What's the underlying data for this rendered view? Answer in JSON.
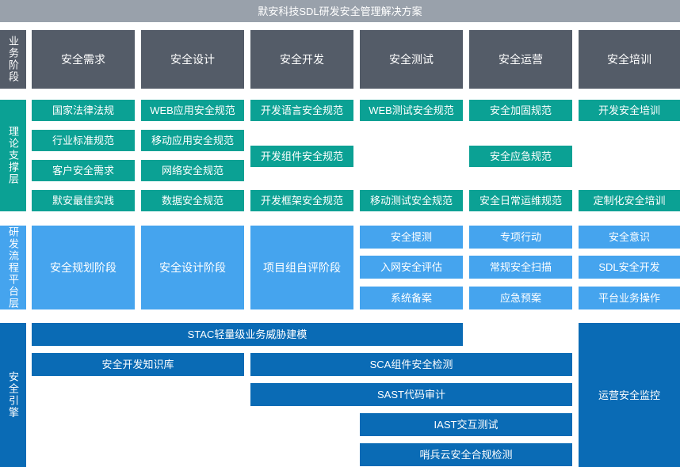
{
  "header": {
    "title": "默安科技SDL研发安全管理解决方案"
  },
  "phase_row": {
    "label": "业务阶段",
    "items": [
      "安全需求",
      "安全设计",
      "安全开发",
      "安全测试",
      "安全运营",
      "安全培训"
    ]
  },
  "theory": {
    "label": "理论支撑层",
    "col1": [
      "国家法律法规",
      "行业标准规范",
      "客户安全需求",
      "默安最佳实践"
    ],
    "col2": [
      "WEB应用安全规范",
      "移动应用安全规范",
      "网络安全规范",
      "数据安全规范"
    ],
    "col3": {
      "top": "开发语言安全规范",
      "mid": "开发组件安全规范",
      "bottom": "开发框架安全规范"
    },
    "col4": {
      "top": "WEB测试安全规范",
      "bottom": "移动测试安全规范"
    },
    "col5": {
      "top": "安全加固规范",
      "mid": "安全应急规范",
      "bottom": "安全日常运维规范"
    },
    "col6": {
      "top": "开发安全培训",
      "bottom": "定制化安全培训"
    }
  },
  "platform": {
    "label": "研发流程平台层",
    "stages": [
      "安全规划阶段",
      "安全设计阶段",
      "项目组自评阶段"
    ],
    "col4": [
      "安全提测",
      "入网安全评估",
      "系统备案"
    ],
    "col5": [
      "专项行动",
      "常规安全扫描",
      "应急预案"
    ],
    "col6": [
      "安全意识",
      "SDL安全开发",
      "平台业务操作"
    ]
  },
  "engine": {
    "label": "安全引擎",
    "bars": {
      "stac": "STAC轻量级业务威胁建模",
      "knowledge": "安全开发知识库",
      "sca": "SCA组件安全检测",
      "sast": "SAST代码审计",
      "iast": "IAST交互测试",
      "sentinel": "哨兵云安全合规检测",
      "ops": "运营安全监控"
    }
  },
  "colors": {
    "header_bg": "#99a1ab",
    "phase_bg": "#545c68",
    "theory_bg": "#0ba194",
    "platform_bg": "#45a4ee",
    "engine_bg": "#0a6bb5",
    "text": "#ffffff",
    "page_bg": "#ffffff"
  }
}
